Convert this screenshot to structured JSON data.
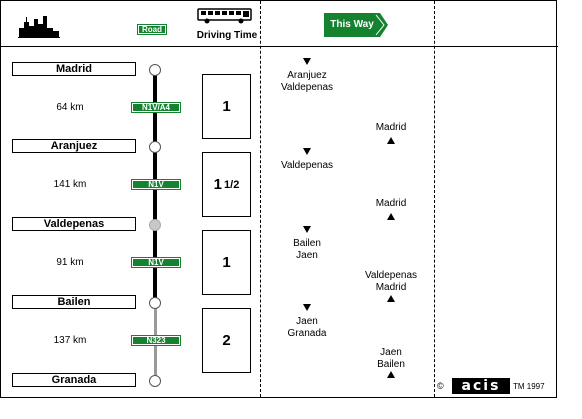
{
  "header": {
    "road_label": "Road",
    "driving_time_label": "Driving Time",
    "this_way_label": "This Way"
  },
  "cities": [
    "Madrid",
    "Aranjuez",
    "Valdepenas",
    "Bailen",
    "Granada"
  ],
  "segments": [
    {
      "distance": "64 km",
      "road": "N1V/A4",
      "time_main": "1",
      "time_frac": ""
    },
    {
      "distance": "141 km",
      "road": "N1V",
      "time_main": "1",
      "time_frac": "1/2"
    },
    {
      "distance": "91 km",
      "road": "N1V",
      "time_main": "1",
      "time_frac": ""
    },
    {
      "distance": "137 km",
      "road": "N323",
      "time_main": "2",
      "time_frac": ""
    }
  ],
  "southbound": [
    {
      "line1": "Aranjuez",
      "line2": "Valdepenas"
    },
    {
      "line1": "Valdepenas",
      "line2": ""
    },
    {
      "line1": "Bailen",
      "line2": "Jaen"
    },
    {
      "line1": "Jaen",
      "line2": "Granada"
    }
  ],
  "northbound": [
    {
      "line1": "Madrid",
      "line2": ""
    },
    {
      "line1": "Madrid",
      "line2": ""
    },
    {
      "line1": "Valdepenas",
      "line2": "Madrid"
    },
    {
      "line1": "Jaen",
      "line2": "Bailen"
    }
  ],
  "footer": {
    "copyright_symbol": "©",
    "logo_text": "acis",
    "tm_year": "TM 1997"
  },
  "colors": {
    "road_green": "#15822f",
    "node_grey": "#c8c8c8"
  }
}
